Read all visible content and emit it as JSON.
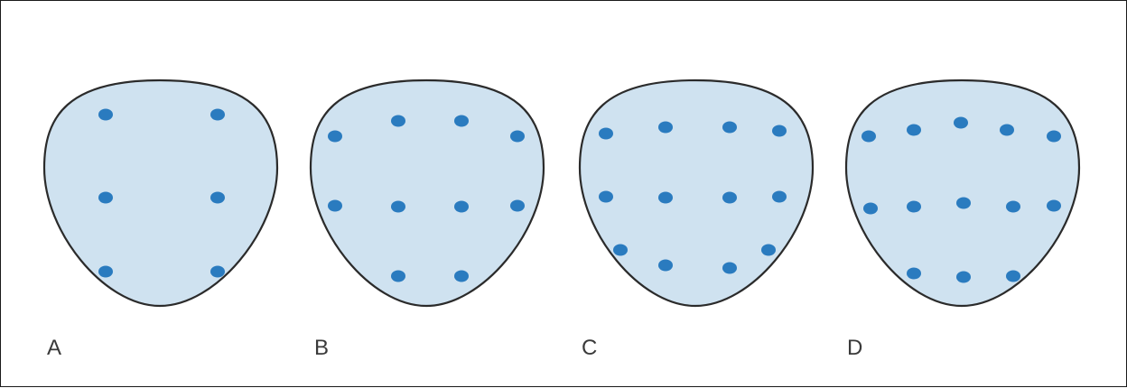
{
  "figure": {
    "fill_color": "#cfe2f0",
    "outline_color": "#2b2b2b",
    "dot_color": "#2a7bbf",
    "panels": [
      {
        "label": "A",
        "dot_count": 6
      },
      {
        "label": "B",
        "dot_count": 10
      },
      {
        "label": "C",
        "dot_count": 12
      },
      {
        "label": "D",
        "dot_count": 13
      }
    ]
  }
}
